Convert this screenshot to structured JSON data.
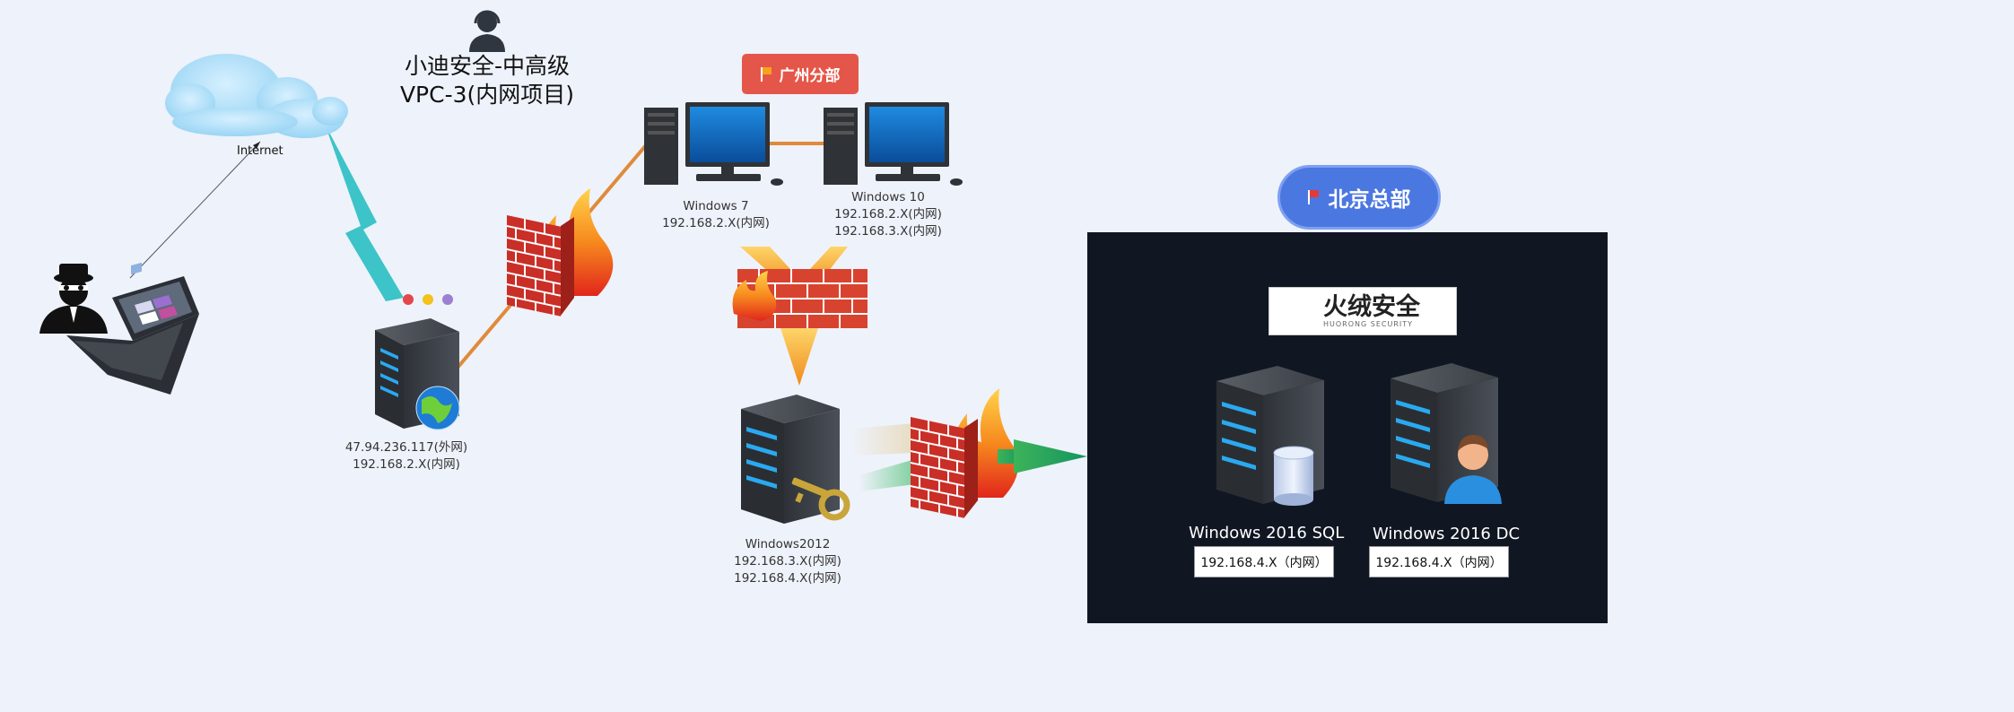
{
  "title": {
    "line1": "小迪安全-中高级",
    "line2": "VPC-3(内网项目)"
  },
  "internet": {
    "label": "Internet"
  },
  "branch": {
    "label": "广州分部"
  },
  "hq": {
    "label": "北京总部"
  },
  "web_server": {
    "ip_external": "47.94.236.117(外网)",
    "ip_internal": "192.168.2.X(内网)"
  },
  "win7": {
    "name": "Windows 7",
    "ip": "192.168.2.X(内网)"
  },
  "win10": {
    "name": "Windows 10",
    "ip1": "192.168.2.X(内网)",
    "ip2": "192.168.3.X(内网)"
  },
  "win2012": {
    "name": "Windows2012",
    "ip1": "192.168.3.X(内网)",
    "ip2": "192.168.4.X(内网)"
  },
  "logo": {
    "main": "火绒安全",
    "sub": "HUORONG SECURITY"
  },
  "sql": {
    "name": "Windows 2016 SQL",
    "ip": "192.168.4.X（内网）"
  },
  "dc": {
    "name": "Windows 2016 DC",
    "ip": "192.168.4.X（内网）"
  },
  "colors": {
    "branch_badge": "#e5564a",
    "hq_badge": "#4b77e0",
    "hq_panel": "#111722",
    "link": "#e08a3a"
  }
}
